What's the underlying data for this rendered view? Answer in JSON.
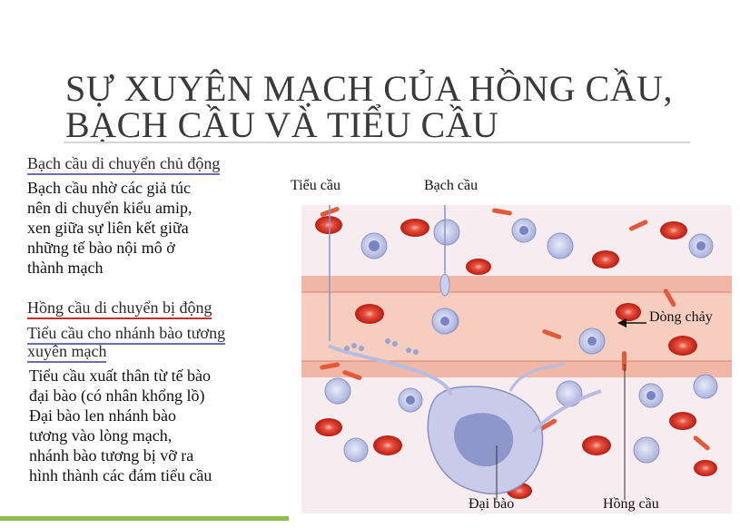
{
  "title": {
    "line1": "SỰ XUYÊN MẠCH CỦA HỒNG CẦU,",
    "line2": "BẠCH CẦU VÀ TIỂU CẦU"
  },
  "sections": {
    "wbc_heading": "Bạch cầu di chuyển chủ động",
    "wbc_body": [
      "Bạch  cầu nhờ các giả túc",
      "nên di chuyển kiểu amip,",
      "xen giữa sự liên kết giữa",
      "những tế bào nội mô ở",
      "thành mạch"
    ],
    "rbc_heading": "Hồng cầu di chuyển bị động",
    "plt_heading_line1": "Tiểu cầu cho nhánh bào tương",
    "plt_heading_line2": "xuyên mạch",
    "plt_body": [
      "Tiểu cầu xuất thân từ tế bào",
      "đại bào (có nhân khổng lồ)",
      "Đại bào len nhánh bào",
      "tương vào lòng mạch,",
      "nhánh bào tương bị vỡ ra",
      "hình thành các đám tiểu cầu"
    ]
  },
  "figure": {
    "label_platelet": "Tiểu cầu",
    "label_wbc": "Bạch cầu",
    "label_flow": "Dòng chảy",
    "label_megakaryocyte": "Đại bào",
    "label_rbc": "Hồng cầu"
  },
  "colors": {
    "underline_blue": "#6b6fb0",
    "underline_red": "#c0302c",
    "accent_green": "#8dbb4f",
    "vessel": "#f2b9a8",
    "rbc": "#d42a1e",
    "wbc": "#9aa6d8"
  }
}
